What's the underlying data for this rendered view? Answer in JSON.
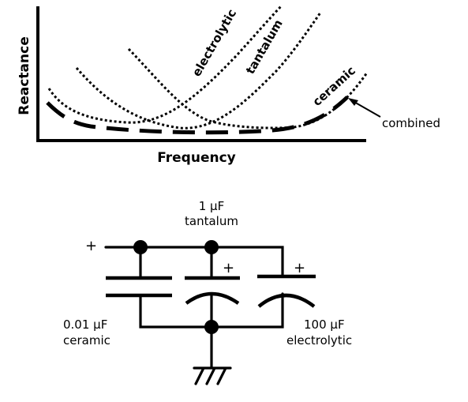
{
  "plot": {
    "y_axis_label": "Reactance",
    "x_axis_label": "Frequency",
    "curve_labels": {
      "electrolytic": "electrolytic",
      "tantalum": "tantalum",
      "ceramic": "ceramic",
      "combined": "combined"
    }
  },
  "circuit": {
    "plus_sign": "+",
    "tantalum_value": "1 μF",
    "tantalum_type": "tantalum",
    "ceramic_value": "0.01 μF",
    "ceramic_type": "ceramic",
    "electrolytic_value": "100 μF",
    "electrolytic_type": "electrolytic"
  }
}
